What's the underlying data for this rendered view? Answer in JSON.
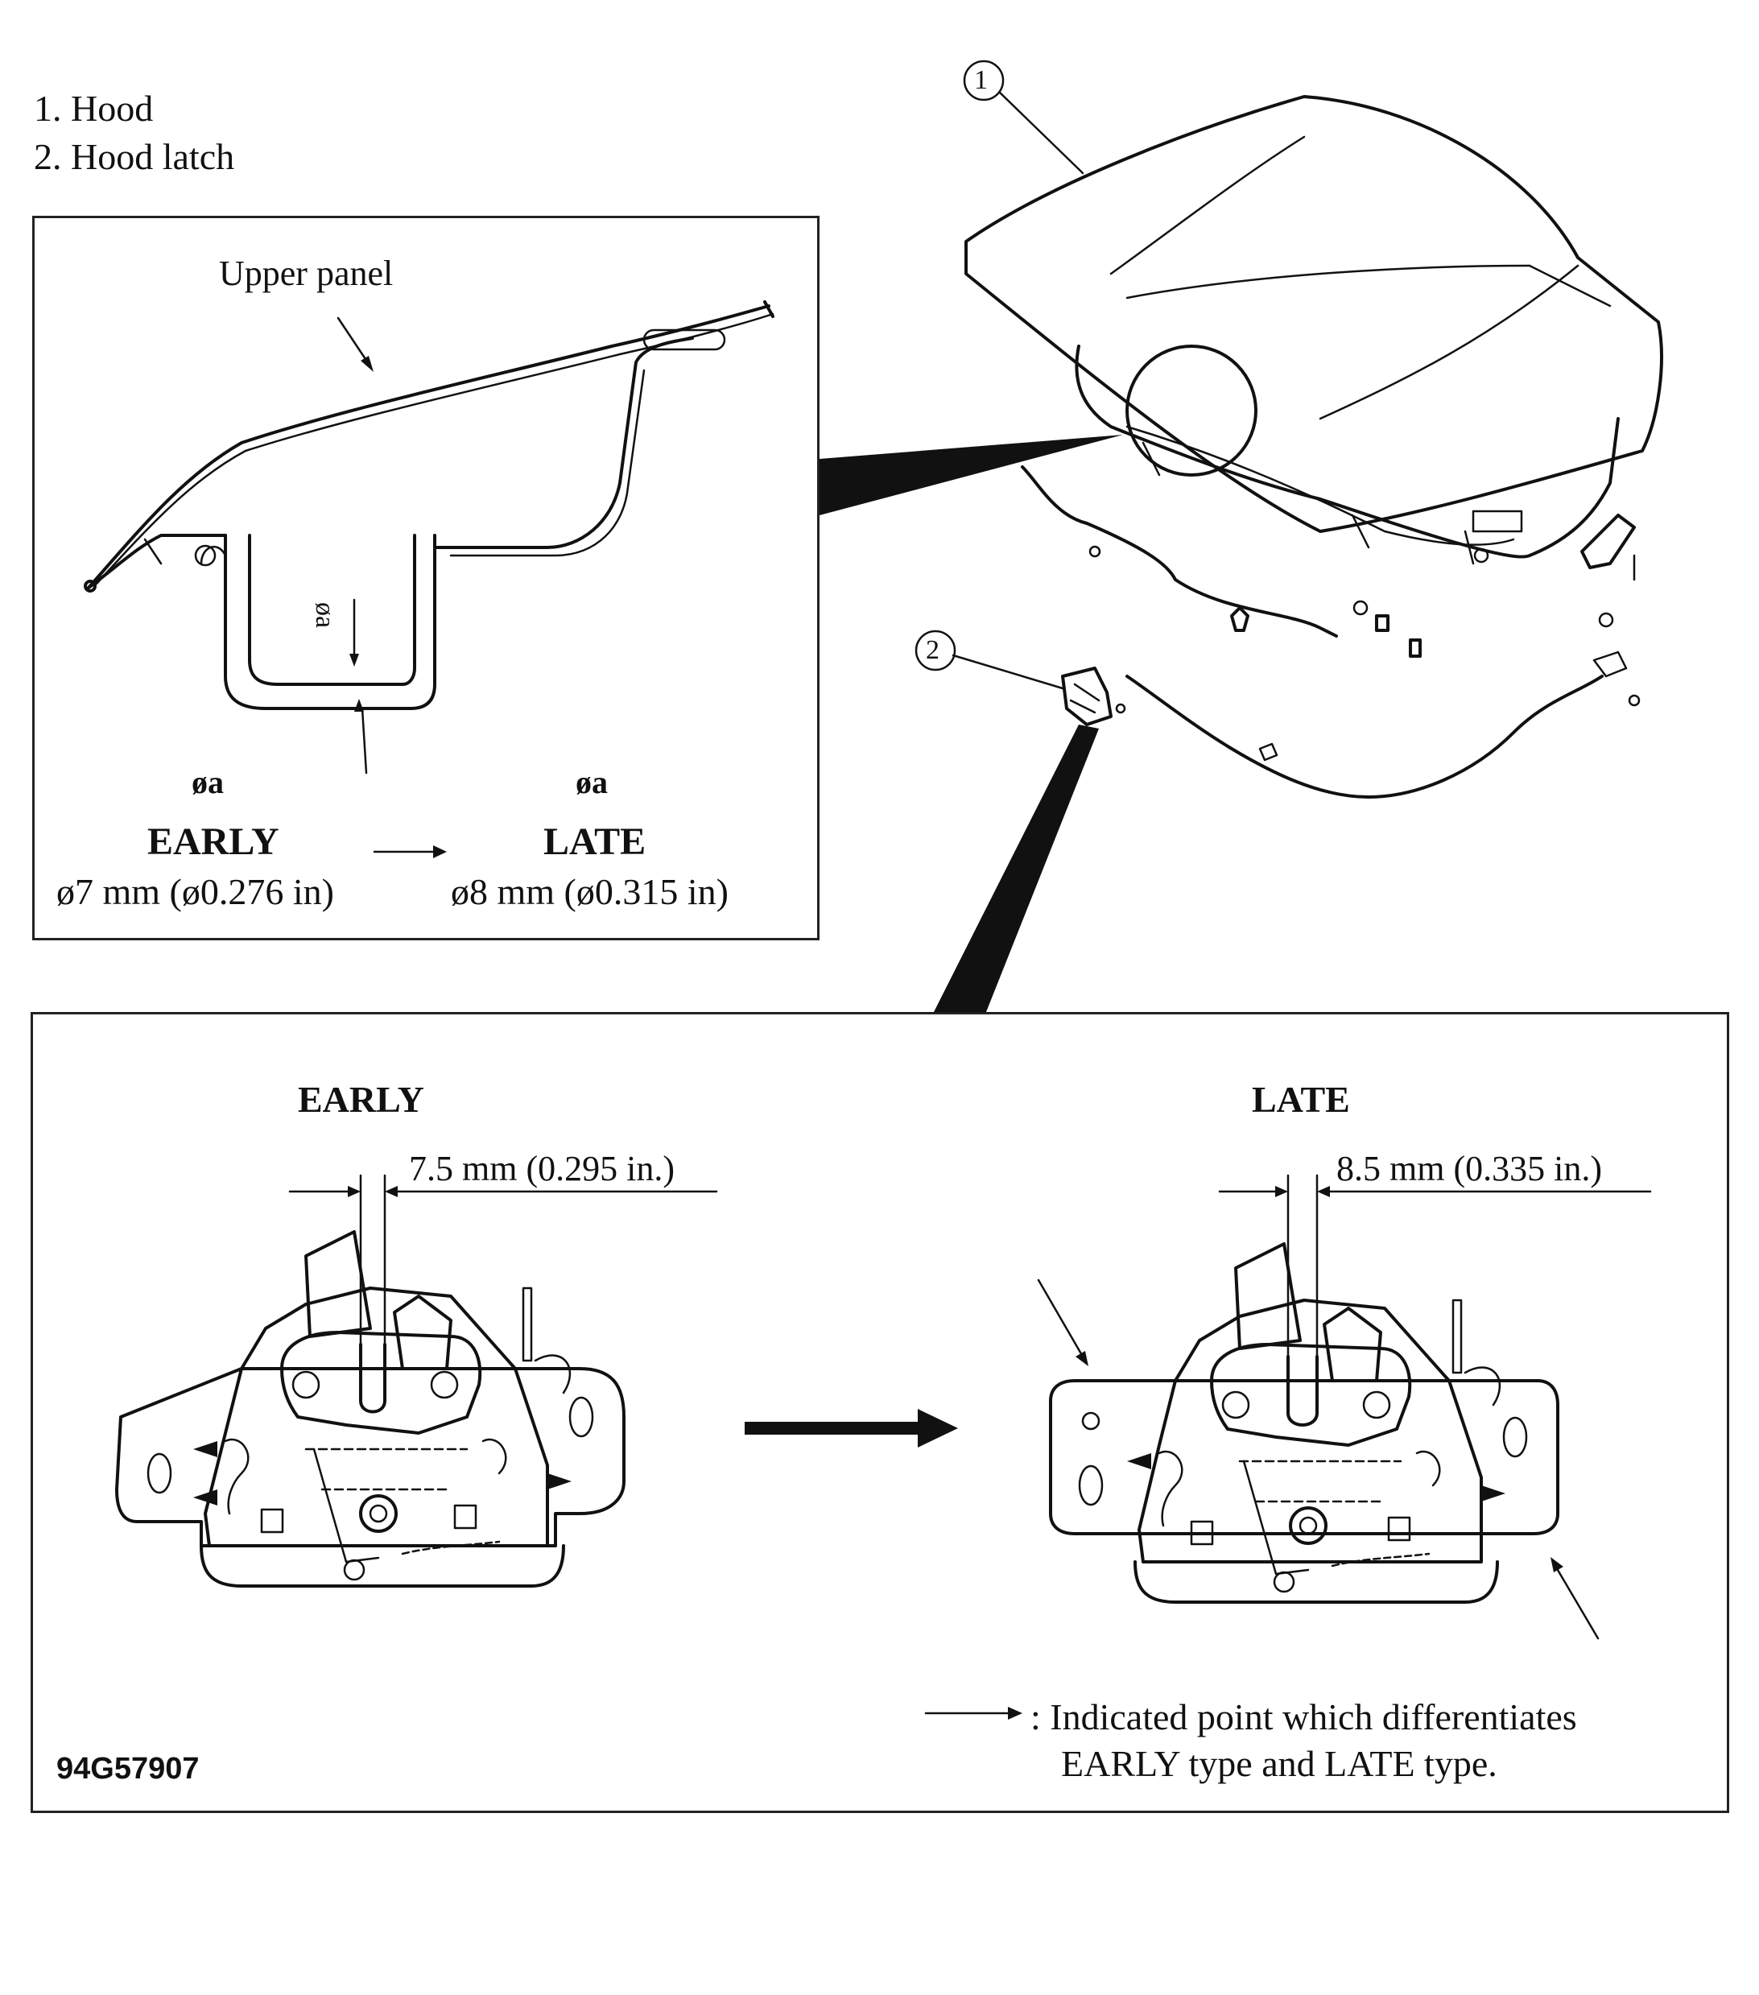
{
  "legend": {
    "items": [
      "1. Hood",
      "2. Hood latch"
    ]
  },
  "callouts": {
    "hood": "1",
    "hood_latch": "2"
  },
  "upper_inset": {
    "upper_panel_label": "Upper panel",
    "dim_symbol_small": "øa",
    "early": {
      "symbol": "øa",
      "label": "EARLY",
      "value": "ø7 mm (ø0.276 in)"
    },
    "late": {
      "symbol": "øa",
      "label": "LATE",
      "value": "ø8 mm (ø0.315 in)"
    }
  },
  "lower_inset": {
    "early": {
      "label": "EARLY",
      "dimension": "7.5 mm (0.295 in.)"
    },
    "late": {
      "label": "LATE",
      "dimension": "8.5 mm (0.335 in.)"
    },
    "note_line1": ": Indicated point which differentiates",
    "note_line2": "EARLY type and LATE type.",
    "figure_code": "94G57907"
  }
}
